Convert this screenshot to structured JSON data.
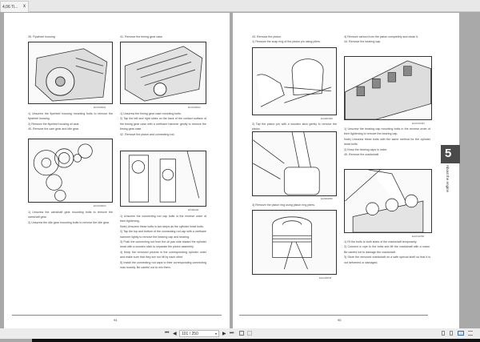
{
  "tab": {
    "title": "4,06 Ti...",
    "close": "x"
  },
  "page94": {
    "left": {
      "heading": "39. Flywheel housing",
      "fig1_code": "EKOM0001",
      "steps1": [
        "1)  Unscrew the flywheel housing mounting bolts to remove the flywheel housing.",
        "2)  Remove the flywheel housing oil seal.",
        "40. Remove the cam gear and idle gear."
      ],
      "fig2_code": "EKOM0002",
      "steps2": [
        "1)  Unscrew the camshaft gear mounting bolts to remove the camshaft gear.",
        "2)  Unscrew the idle gear mounting bolts to remove the idle gear."
      ]
    },
    "right": {
      "heading": "41. Remove the timing gear case.",
      "fig1_code": "EKOM0003",
      "steps1": [
        "1)  Unscrew the timing gear case mounting bolts.",
        "2)  Tap the left and right sides on the back of the contact surface of the timing gear case with a urethane hammer gently to remove the timing gear case.",
        "42. Remove the piston and connecting rod."
      ],
      "fig2_code": "EPI0002E",
      "steps2": [
        "1)  Unscrew the connecting rod cap bolts in the reverse order of their tightening.",
        "Note)  Unscrew these bolts in two steps as the cylinder head bolts.",
        "2)  Tap the top and bottom of the connecting rod cap with a urethane hammer lightly to remove the bearing cap and bearing.",
        "3)  Push the connecting rod from the oil pan side toward the cylinder head with a wooden stick to separate the piston assembly.",
        "4)  Keep the removed pistons in the corresponding cylinder order and make sure that they are not hit by each other.",
        "5)  Install the connecting rod caps to their corresponding connecting rods loosely. Be careful not to mix them."
      ]
    },
    "page_number": "94"
  },
  "page95": {
    "left": {
      "heading": "43. Remove the piston.",
      "step1": "1)  Remove the snap ring of the piston pin using pliers.",
      "fig1_code": "EA3M2029",
      "step2": "2)  Tap the piston pin with a wooden stick gently to remove the piston.",
      "fig2_code": "EAMD088I",
      "step3": "3)  Remove the piston ring using piston ring pliers.",
      "fig3_code": "EHA0M045"
    },
    "right": {
      "steps0": [
        "4)  Remove carbon from the piston completely and clean it.",
        "44. Remove the bearing cap."
      ],
      "fig1_code": "EAOC020H",
      "steps1": [
        "1)  Unscrew the bearing cap mounting bolts in the reverse order of their tightening to remove the bearing cap.",
        "Note)  Unscrew these bolts with the same method for the cylinder head bolts.",
        "2)  Keep the bearing caps in order.",
        "45. Remove the crankshaft."
      ],
      "fig2_code": "EAOC0050",
      "steps2": [
        "1)  Fit the bolts to both sides of the crankshaft temporarily.",
        "2)  Connect a rope to the bolts and lift the crankshaft with a crane. Be careful not to damage the crankshaft.",
        "3)  Store the removed crankshaft on a safe special shelf so that it is not deformed or damaged."
      ]
    },
    "page_number": "95",
    "chapter_number": "5",
    "chapter_title": "About the engine"
  },
  "toolbar": {
    "page_display": "101 / 250",
    "first": "⏮",
    "prev": "◀",
    "next": "▶",
    "last": "⏭"
  }
}
